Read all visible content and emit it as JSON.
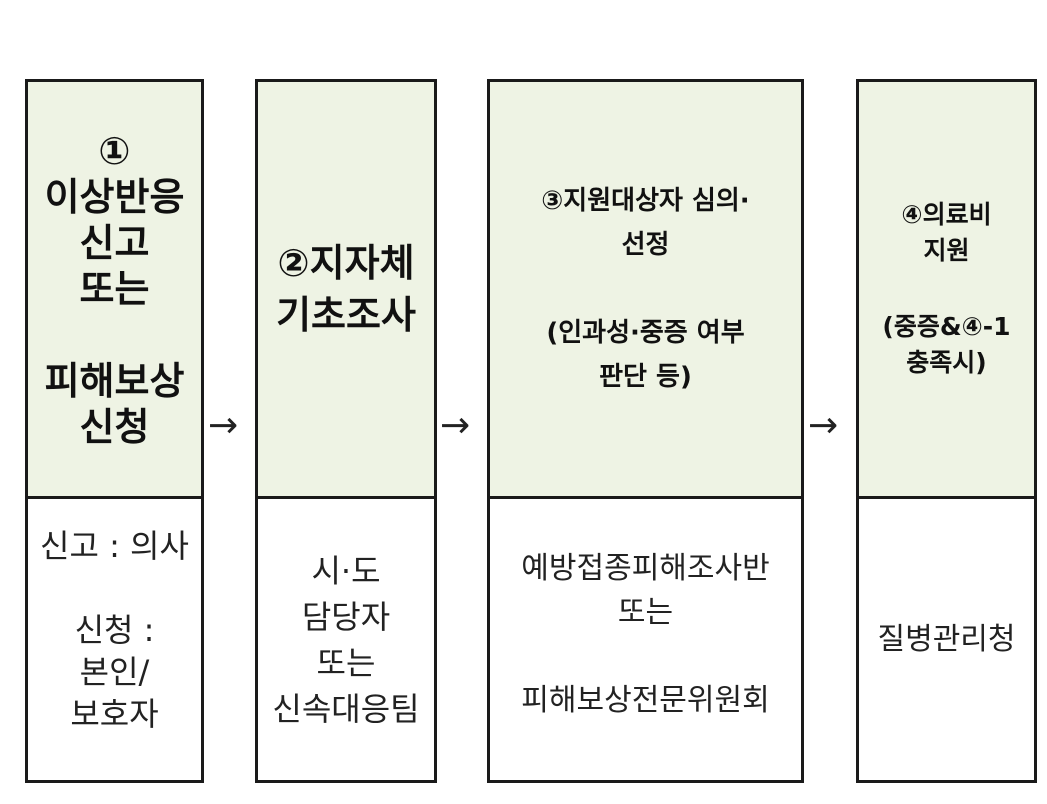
{
  "steps": [
    {
      "top": [
        "①",
        "이상반응",
        "신고",
        "또는",
        "",
        "피해보상",
        "신청"
      ],
      "bottom": [
        "신고 : 의사",
        "",
        "신청 :",
        "본인/",
        "보호자"
      ]
    },
    {
      "top": [
        "②지자체",
        "기초조사"
      ],
      "bottom": [
        "시·도",
        "담당자",
        "또는",
        "신속대응팀"
      ]
    },
    {
      "top": [
        "③지원대상자 심의·",
        "선정",
        "",
        "(인과성·중증 여부",
        "판단 등)"
      ],
      "bottom": [
        "예방접종피해조사반",
        "또는",
        "",
        "피해보상전문위원회"
      ]
    },
    {
      "top": [
        "④의료비",
        "지원",
        "",
        "(중증&④-1",
        "충족시)"
      ],
      "bottom": [
        "질병관리청"
      ]
    }
  ],
  "arrows": [
    "→",
    "→",
    "→"
  ]
}
